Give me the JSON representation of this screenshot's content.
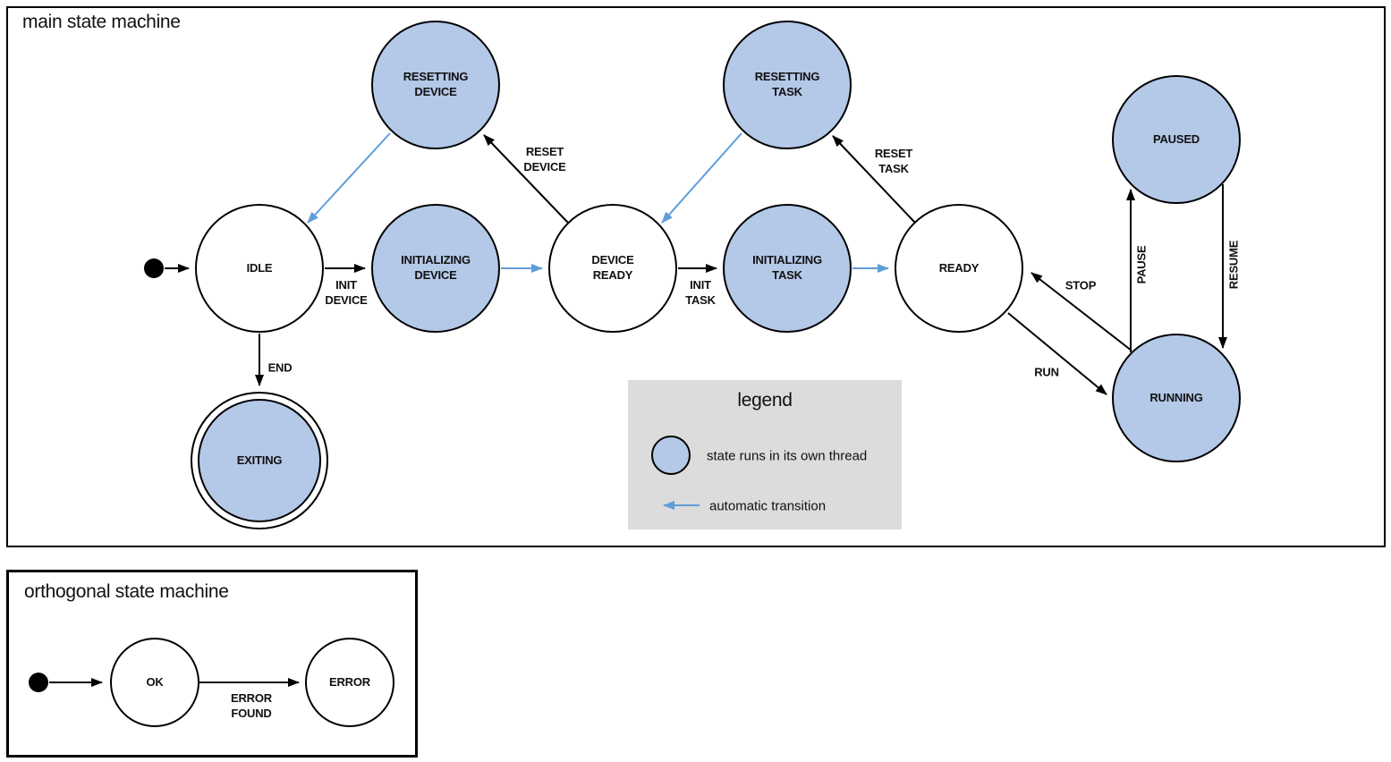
{
  "colors": {
    "state_fill": "#b4c8e8",
    "automatic_transition": "#5f9dd8",
    "legend_background": "#dcdcdc",
    "stroke": "#000000"
  },
  "main": {
    "title": "main state machine",
    "states": {
      "idle": {
        "label": "IDLE",
        "threaded": false
      },
      "resetting_device": {
        "label": "RESETTING\nDEVICE",
        "threaded": true
      },
      "initializing_device": {
        "label": "INITIALIZING\nDEVICE",
        "threaded": true
      },
      "device_ready": {
        "label": "DEVICE\nREADY",
        "threaded": false
      },
      "resetting_task": {
        "label": "RESETTING\nTASK",
        "threaded": true
      },
      "initializing_task": {
        "label": "INITIALIZING\nTASK",
        "threaded": true
      },
      "ready": {
        "label": "READY",
        "threaded": false
      },
      "paused": {
        "label": "PAUSED",
        "threaded": true
      },
      "running": {
        "label": "RUNNING",
        "threaded": true
      },
      "exiting": {
        "label": "EXITING",
        "threaded": true,
        "final_state": true
      }
    },
    "transitions": {
      "start": {
        "from": "start",
        "to": "IDLE",
        "label": ""
      },
      "init_device": {
        "from": "IDLE",
        "to": "INITIALIZING DEVICE",
        "label": "INIT\nDEVICE"
      },
      "initializing_device_done": {
        "from": "INITIALIZING DEVICE",
        "to": "DEVICE READY",
        "label": "",
        "automatic": true
      },
      "reset_device": {
        "from": "DEVICE READY",
        "to": "RESETTING DEVICE",
        "label": "RESET\nDEVICE"
      },
      "resetting_device_done": {
        "from": "RESETTING DEVICE",
        "to": "IDLE",
        "label": "",
        "automatic": true
      },
      "init_task": {
        "from": "DEVICE READY",
        "to": "INITIALIZING TASK",
        "label": "INIT\nTASK"
      },
      "initializing_task_done": {
        "from": "INITIALIZING TASK",
        "to": "READY",
        "label": "",
        "automatic": true
      },
      "reset_task": {
        "from": "READY",
        "to": "RESETTING TASK",
        "label": "RESET\nTASK"
      },
      "resetting_task_done": {
        "from": "RESETTING TASK",
        "to": "DEVICE READY",
        "label": "",
        "automatic": true
      },
      "end": {
        "from": "IDLE",
        "to": "EXITING",
        "label": "END"
      },
      "run": {
        "from": "READY",
        "to": "RUNNING",
        "label": "RUN"
      },
      "stop": {
        "from": "RUNNING",
        "to": "READY",
        "label": "STOP"
      },
      "pause": {
        "from": "RUNNING",
        "to": "PAUSED",
        "label": "PAUSE"
      },
      "resume": {
        "from": "PAUSED",
        "to": "RUNNING",
        "label": "RESUME"
      }
    }
  },
  "legend": {
    "title": "legend",
    "items": [
      {
        "icon": "threaded-state-icon",
        "label": "state runs in its own thread"
      },
      {
        "icon": "automatic-transition-arrow-icon",
        "label": "automatic transition"
      }
    ]
  },
  "orthogonal": {
    "title": "orthogonal state machine",
    "states": {
      "ok": {
        "label": "OK",
        "threaded": false
      },
      "error": {
        "label": "ERROR",
        "threaded": false
      }
    },
    "transitions": {
      "start": {
        "from": "start",
        "to": "OK",
        "label": ""
      },
      "error_found": {
        "from": "OK",
        "to": "ERROR",
        "label": "ERROR\nFOUND"
      }
    }
  }
}
